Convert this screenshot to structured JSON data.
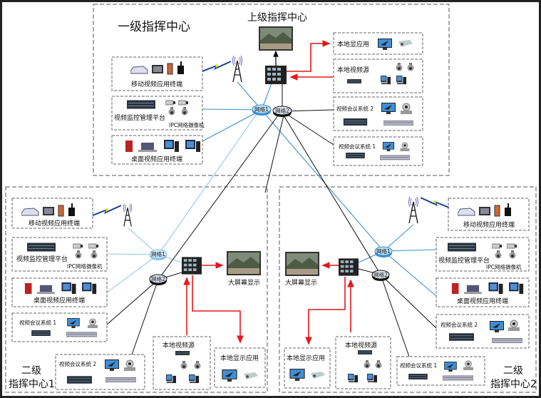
{
  "colors": {
    "network1": "#3a8fd0",
    "network2": "#111111",
    "signal": "#e8161b",
    "border": "#222222"
  },
  "top": {
    "title": "一级指挥中心",
    "upper_center": "上级指挥中心",
    "network1": "网络1",
    "network2": "网络2",
    "mobile": "移动视频应用终端",
    "vms": "视频监控管理平台",
    "ipc": "IPC网络摄像机",
    "desktop": "桌面视频应用终端",
    "local_display": "本地显应用",
    "local_source": "本地视频源",
    "vc2": "视频会议系统 2",
    "vc1": "视频会议系统 1"
  },
  "left": {
    "title_line1": "二级",
    "title_line2": "指挥中心1",
    "network1": "网络1",
    "network2": "网络2",
    "mobile": "移动视频应用终端",
    "vms": "视频监控管理平台",
    "ipc": "IPC网络摄像机",
    "desktop": "桌面视频应用终端",
    "vc1": "视频会议系统 1",
    "vc2": "视频会议系统 2",
    "local_source": "本地视频源",
    "local_display": "本地显示应用",
    "big_screen": "大屏幕显示"
  },
  "right": {
    "title_line1": "二级",
    "title_line2": "指挥中心2",
    "network1": "网络1",
    "network2": "网络2",
    "mobile": "移动视频应用终端",
    "vms": "视频监控管理平台",
    "ipc": "IPC网络摄像机",
    "desktop": "桌面视频应用终端",
    "vc2": "视频会议系统 2",
    "vc1": "视频会议系统 1",
    "local_source": "本地视频源",
    "local_display": "本地显示应用",
    "big_screen": "大屏幕显示"
  }
}
